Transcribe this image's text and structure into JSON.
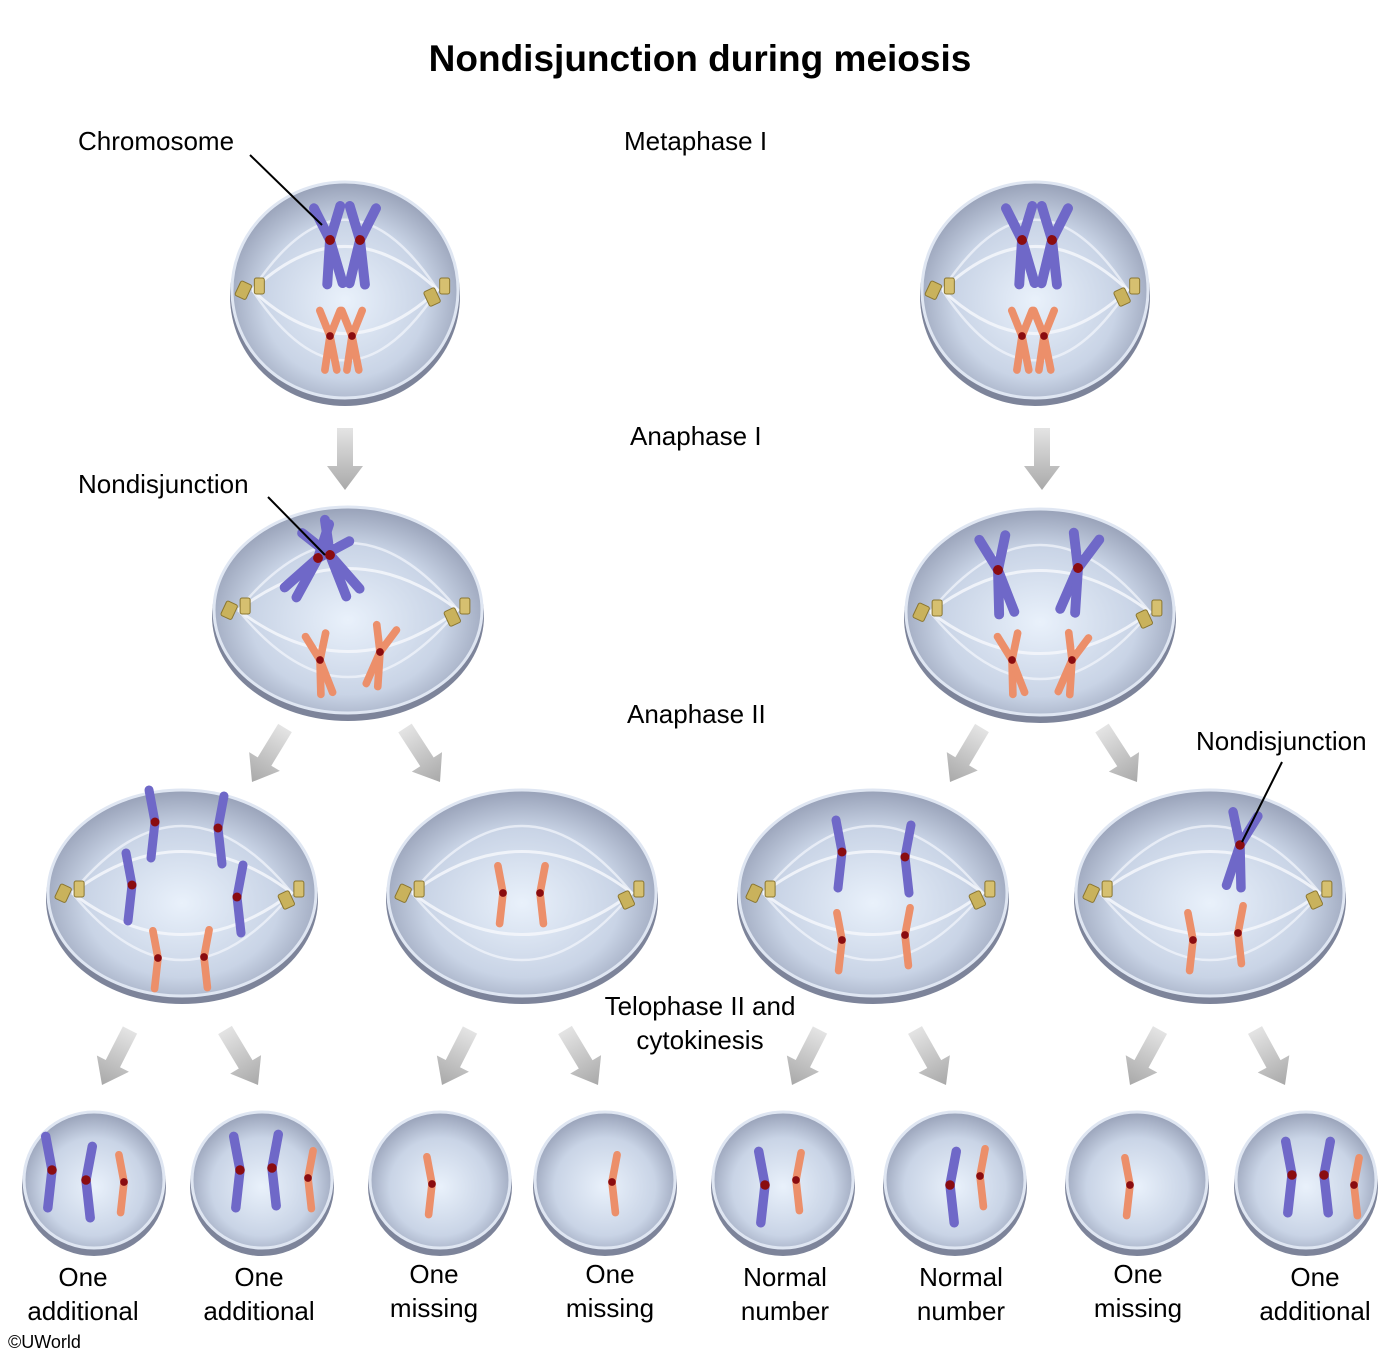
{
  "title": "Nondisjunction during meiosis",
  "stages": {
    "metaphase1": "Metaphase I",
    "anaphase1": "Anaphase I",
    "anaphase2": "Anaphase II",
    "telophase2": "Telophase II and cytokinesis"
  },
  "callouts": {
    "chromosome": "Chromosome",
    "nondisjunction_left": "Nondisjunction",
    "nondisjunction_right": "Nondisjunction"
  },
  "results": [
    {
      "line1": "One",
      "line2": "additional"
    },
    {
      "line1": "One",
      "line2": "additional"
    },
    {
      "line1": "One",
      "line2": "missing"
    },
    {
      "line1": "One",
      "line2": "missing"
    },
    {
      "line1": "Normal",
      "line2": "number"
    },
    {
      "line1": "Normal",
      "line2": "number"
    },
    {
      "line1": "One",
      "line2": "missing"
    },
    {
      "line1": "One",
      "line2": "additional"
    }
  ],
  "copyright": "©UWorld",
  "colors": {
    "purple": "#6f68c8",
    "orange": "#ec8f6a",
    "centromere": "#8a0c10",
    "arrow": "#bdbdbd"
  }
}
